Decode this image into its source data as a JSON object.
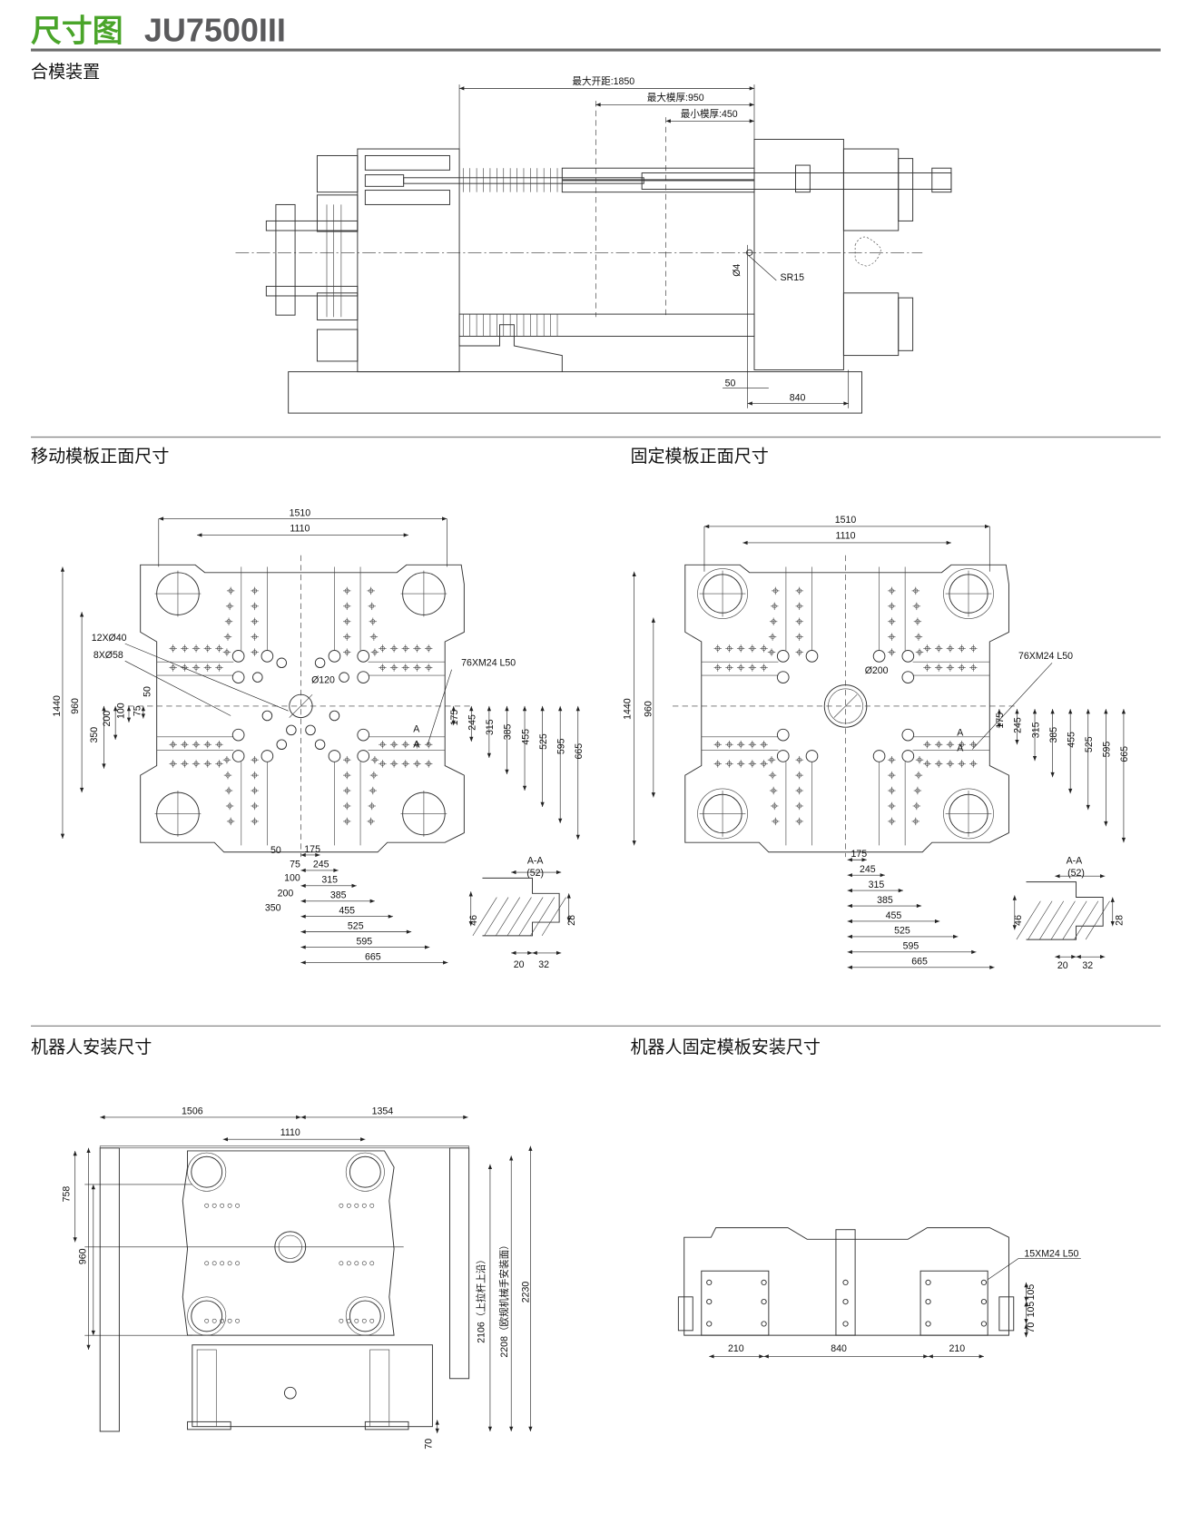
{
  "header": {
    "title_cn": "尺寸图",
    "model": "JU7500III",
    "accent_color": "#4aa52a"
  },
  "clamping": {
    "title": "合模装置",
    "max_opening": "最大开距:1850",
    "max_mold": "最大模厚:950",
    "min_mold": "最小模厚:450",
    "phi4": "Ø4",
    "sr15": "SR15",
    "d50": "50",
    "d840": "840"
  },
  "moving_platen": {
    "title": "移动模板正面尺寸",
    "w1510": "1510",
    "w1110": "1110",
    "h1440": "1440",
    "h960": "960",
    "left_dims": [
      "350",
      "200",
      "100",
      "75",
      "50"
    ],
    "holes_40": "12XØ40",
    "holes_58": "8XØ58",
    "center_hole": "Ø120",
    "thread": "76XM24 L50",
    "right_dims": [
      "175",
      "245",
      "315",
      "385",
      "455",
      "525",
      "595",
      "665"
    ],
    "bottom_right": [
      "175",
      "245",
      "315",
      "385",
      "455",
      "525",
      "595",
      "665"
    ],
    "bottom_left": [
      "50",
      "75",
      "100",
      "200",
      "350"
    ],
    "section_mark": "A",
    "aa": {
      "title": "A-A",
      "width": "(52)",
      "h46": "46",
      "h28": "28",
      "w20": "20",
      "w32": "32"
    }
  },
  "fixed_platen": {
    "title": "固定模板正面尺寸",
    "w1510": "1510",
    "w1110": "1110",
    "h1440": "1440",
    "h960": "960",
    "center_hole": "Ø200",
    "thread": "76XM24 L50",
    "right_dims": [
      "175",
      "245",
      "315",
      "385",
      "455",
      "525",
      "595",
      "665"
    ],
    "bottom": [
      "175",
      "245",
      "315",
      "385",
      "455",
      "525",
      "595",
      "665"
    ],
    "section_mark": "A",
    "aa": {
      "title": "A-A",
      "width": "(52)",
      "h46": "46",
      "h28": "28",
      "w20": "20",
      "w32": "32"
    }
  },
  "robot": {
    "title": "机器人安装尺寸",
    "w1506": "1506",
    "w1354": "1354",
    "w1110": "1110",
    "h758": "758",
    "h960": "960",
    "h2106": "2106（上拉杆上沿）",
    "h2208": "2208（欧规机械手安装面）",
    "h2230": "2230",
    "h70": "70"
  },
  "robot_fixed": {
    "title": "机器人固定模板安装尺寸",
    "thread": "15XM24 L50",
    "v105a": "105",
    "v105b": "105",
    "v70": "70",
    "w210a": "210",
    "w840": "840",
    "w210b": "210"
  }
}
